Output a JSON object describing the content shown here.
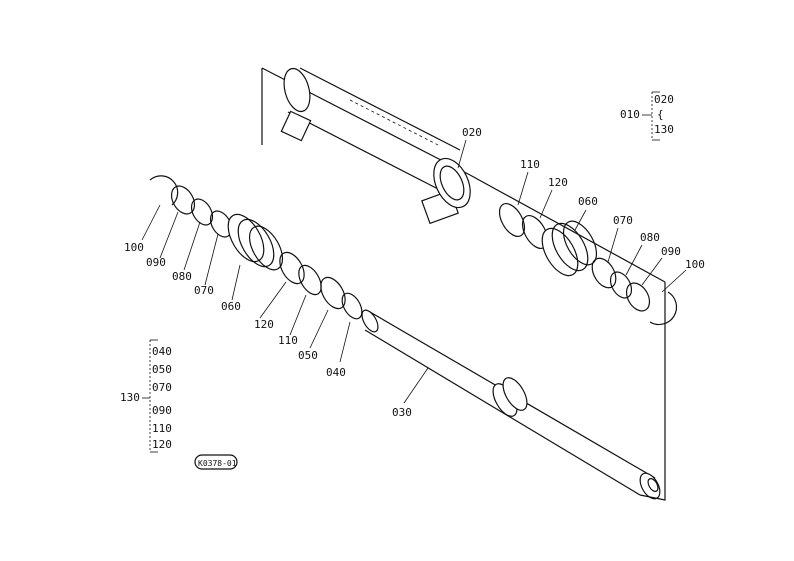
{
  "colors": {
    "ink": "#111111",
    "background": "#ffffff"
  },
  "callouts": {
    "p020_top": "020",
    "p110_right": "110",
    "p120_right": "120",
    "p060_right": "060",
    "p070_right": "070",
    "p080_right": "080",
    "p090_right": "090",
    "p100_right": "100",
    "p100_left": "100",
    "p090_left": "090",
    "p080_left": "080",
    "p070_left": "070",
    "p060_left": "060",
    "p120_left": "120",
    "p110_left": "110",
    "p050_left": "050",
    "p040_left": "040",
    "p030": "030"
  },
  "assembly_top": {
    "parent": "010",
    "items": [
      "020",
      "130"
    ]
  },
  "assembly_left": {
    "parent": "130",
    "items": [
      "040",
      "050",
      "070",
      "090",
      "110",
      "120"
    ]
  },
  "drawing_code": "K0378-01"
}
